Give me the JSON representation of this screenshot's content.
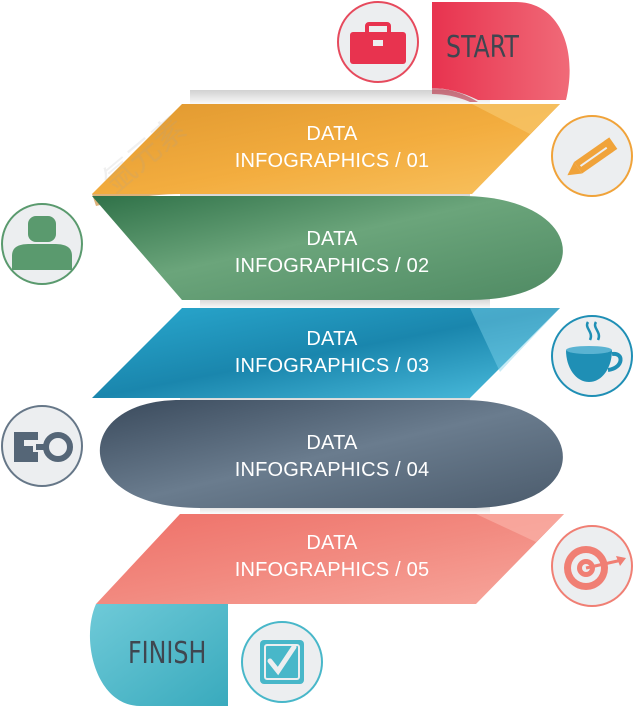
{
  "start_label": "START",
  "finish_label": "FINISH",
  "steps": [
    {
      "line1": "DATA",
      "line2": "INFOGRAPHICS / 01",
      "color": "#eda53a",
      "icon": "pencil-icon"
    },
    {
      "line1": "DATA",
      "line2": "INFOGRAPHICS / 02",
      "color": "#5a9a6e",
      "icon": "user-icon"
    },
    {
      "line1": "DATA",
      "line2": "INFOGRAPHICS / 03",
      "color": "#1f8fb5",
      "icon": "coffee-cup-icon"
    },
    {
      "line1": "DATA",
      "line2": "INFOGRAPHICS / 04",
      "color": "#556677",
      "icon": "go-key-icon"
    },
    {
      "line1": "DATA",
      "line2": "INFOGRAPHICS / 05",
      "color": "#f07f74",
      "icon": "target-icon"
    }
  ],
  "start_color": "#e03c55",
  "finish_color": "#48b7c9",
  "icons": {
    "start": "briefcase-icon",
    "finish": "checkbox-icon"
  }
}
